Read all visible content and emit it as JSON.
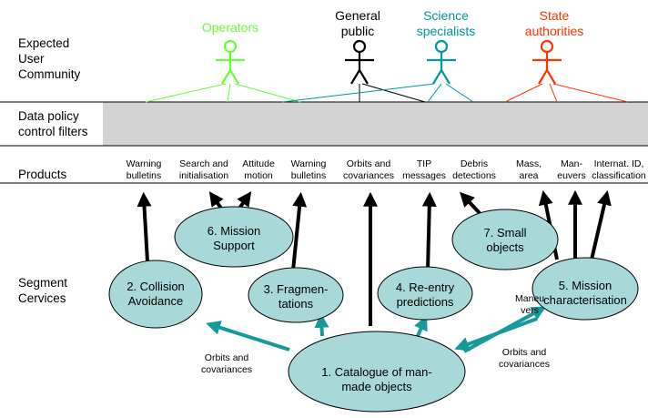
{
  "row_labels": {
    "community": "Expected\nUser\nCommunity",
    "filters": "Data policy\ncontrol filters",
    "products": "Products",
    "services": "Segment\nCervices"
  },
  "users": [
    {
      "label": "Operators",
      "color": "#66ff33"
    },
    {
      "label": "General\npublic",
      "color": "#000000"
    },
    {
      "label": "Science\nspecialists",
      "color": "#009999"
    },
    {
      "label": "State\nauthorities",
      "color": "#ff3300"
    }
  ],
  "products": [
    "Warning\nbulletins",
    "Search and\ninitialisation",
    "Attitude\nmotion",
    "Warning\nbulletins",
    "Orbits and\ncovariances",
    "TIP\nmessages",
    "Debris\ndetections",
    "Mass,\narea",
    "Man-\neuvers",
    "Internat. ID,\nclassification"
  ],
  "services": [
    "1. Catalogue of man-\nmade objects",
    "2. Collision\nAvoidance",
    "3. Fragmen-\ntations",
    "4. Re-entry\npredictions",
    "5. Mission\ncharacterisation",
    "6. Mission\nSupport",
    "7. Small\nobjects"
  ],
  "flow_labels": {
    "orbits_left": "Orbits and\ncovariances",
    "orbits_right": "Orbits and\ncovariances",
    "maneuvers": "Maneu\nvers"
  },
  "colors": {
    "ellipse_fill": "#a8d8d8",
    "teal_arrow": "#159a9a",
    "filter_band": "#d3d3d3"
  }
}
